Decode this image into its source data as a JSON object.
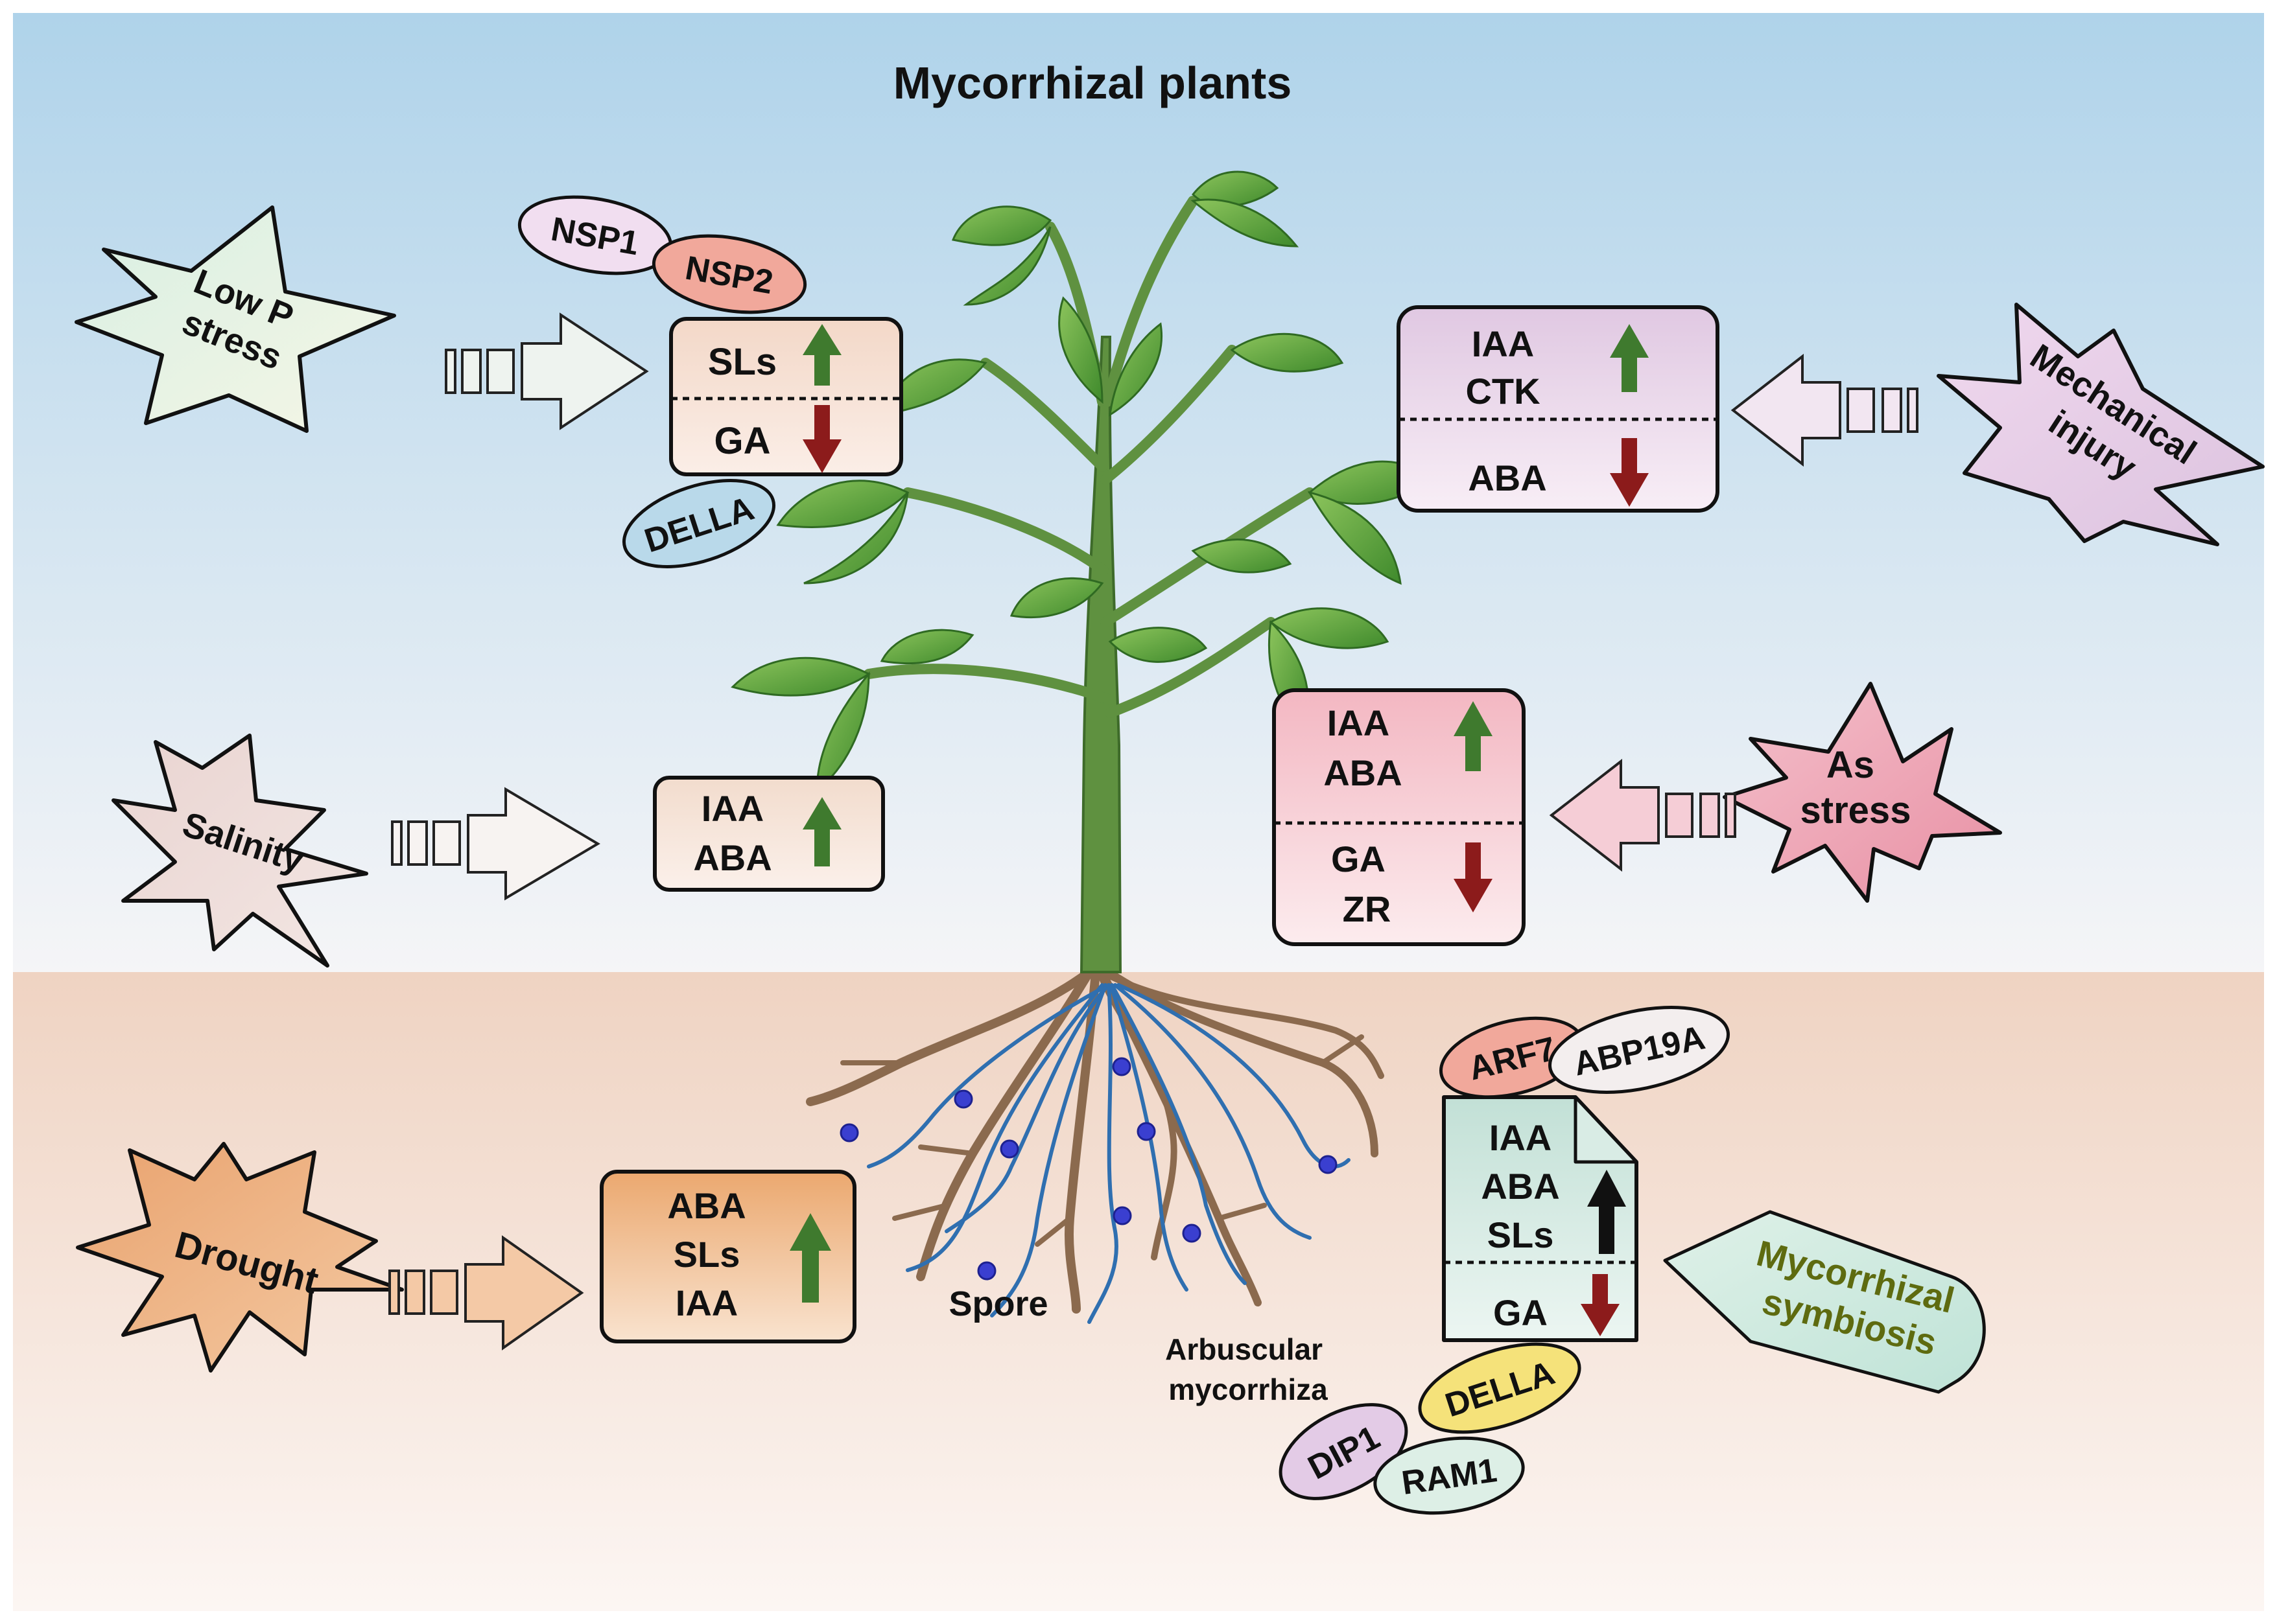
{
  "title": "Mycorrhizal plants",
  "colors": {
    "sky_top": "#b4d5ea",
    "sky_bottom": "#f6f6f7",
    "soil_top": "#efd4c4",
    "soil_bottom": "#fbf3ef",
    "up_arrow": "#3f7a2e",
    "down_arrow": "#8c1b1b",
    "stem": "#5f9140",
    "leaf": "#5a9e3a",
    "root": "#8b6a4e",
    "hypha": "#2f6fb0",
    "spore": "#3a3fd0"
  },
  "stresses": {
    "low_p": {
      "line1": "Low P",
      "line2": "stress"
    },
    "salinity": {
      "label": "Salinity"
    },
    "drought": {
      "label": "Drought"
    },
    "mechanical": {
      "line1": "Mechanical",
      "line2": "injury"
    },
    "as_stress": {
      "line1": "As",
      "line2": "stress"
    },
    "symbiosis": {
      "line1": "Mycorrhizal",
      "line2": "symbiosis"
    }
  },
  "boxes": {
    "low_p": {
      "up": [
        "SLs"
      ],
      "down": [
        "GA"
      ]
    },
    "salinity": {
      "up": [
        "IAA",
        "ABA"
      ]
    },
    "drought": {
      "up": [
        "ABA",
        "SLs",
        "IAA"
      ]
    },
    "mechanical": {
      "up": [
        "IAA",
        "CTK"
      ],
      "down": [
        "ABA"
      ]
    },
    "as_stress": {
      "up": [
        "IAA",
        "ABA"
      ],
      "down": [
        "GA",
        "ZR"
      ]
    },
    "symbiosis": {
      "up": [
        "IAA",
        "ABA",
        "SLs"
      ],
      "down": [
        "GA"
      ]
    }
  },
  "regulators": {
    "nsp1": "NSP1",
    "nsp2": "NSP2",
    "della_top": "DELLA",
    "arf7": "ARF7",
    "abp19a": "ABP19A",
    "della_bottom": "DELLA",
    "dip1": "DIP1",
    "ram1": "RAM1"
  },
  "labels": {
    "spore": "Spore",
    "am_line1": "Arbuscular",
    "am_line2": "mycorrhiza"
  }
}
